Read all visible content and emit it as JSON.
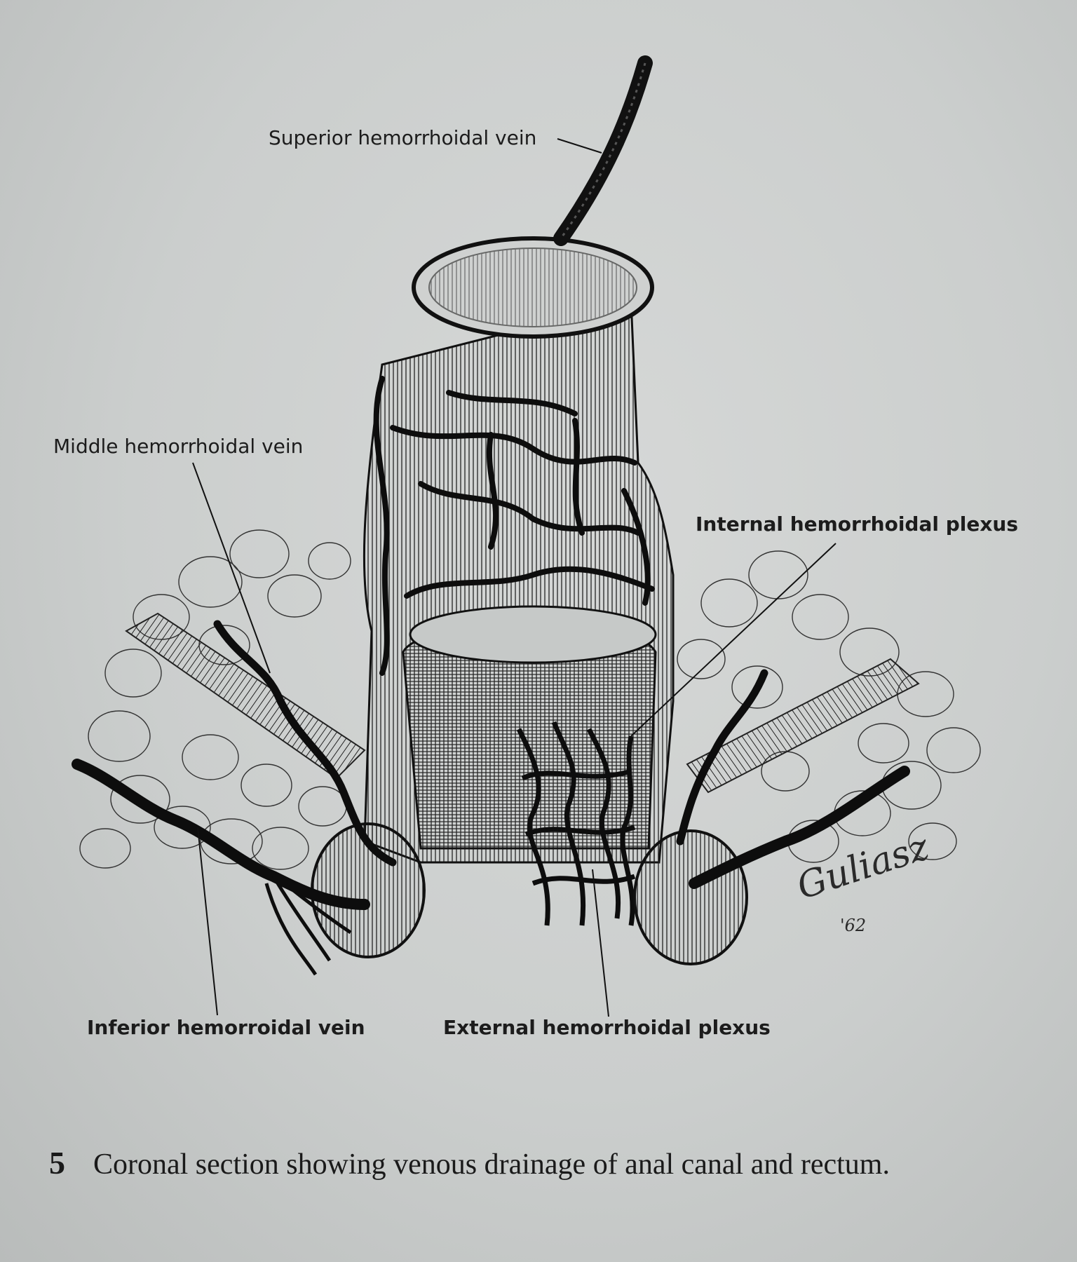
{
  "labels": {
    "superior_vein": "Superior hemorrhoidal vein",
    "middle_vein": "Middle hemorrhoidal vein",
    "internal_plexus": "Internal hemorrhoidal plexus",
    "inferior_vein": "Inferior hemorroidal vein",
    "external_plexus": "External hemorrhoidal plexus"
  },
  "caption": {
    "number": "5",
    "text": "Coronal section showing venous drainage of anal canal and rectum."
  },
  "signature": {
    "name": "Guliasz",
    "year": "'62"
  },
  "colors": {
    "paper": "#cbcecd",
    "ink": "#111111",
    "tissue": "#b9bcbb"
  }
}
